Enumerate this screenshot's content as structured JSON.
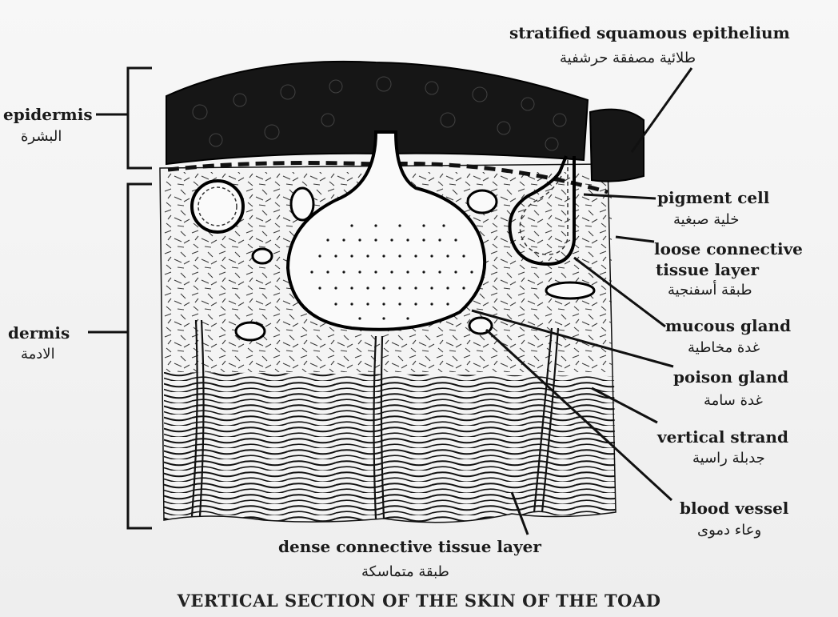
{
  "labels": {
    "stratified": {
      "en": "stratified squamous epithelium",
      "ar": "طلائية مصفقة حرشفية"
    },
    "epidermis": {
      "en": "epidermis",
      "ar": "البشرة"
    },
    "dermis": {
      "en": "dermis",
      "ar": "الادمة"
    },
    "pigment_cell": {
      "en": "pigment cell",
      "ar": "خلية صبغية"
    },
    "loose_connective": {
      "en_line1": "loose connective",
      "en_line2": "tissue layer",
      "ar": "طبقة أسفنجية"
    },
    "mucous_gland": {
      "en": "mucous gland",
      "ar": "غدة مخاطية"
    },
    "poison_gland": {
      "en": "poison gland",
      "ar": "غدة سامة"
    },
    "vertical_strand": {
      "en": "vertical strand",
      "ar": "جدبلة راسية"
    },
    "blood_vessel": {
      "en": "blood vessel",
      "ar": "وعاء دموى"
    },
    "dense_connective": {
      "en": "dense connective tissue layer",
      "ar": "طبقة متماسكة"
    }
  },
  "caption": "VERTICAL SECTION OF THE SKIN OF THE TOAD",
  "colors": {
    "ink": "#111111",
    "background": "#f3f3f3"
  }
}
